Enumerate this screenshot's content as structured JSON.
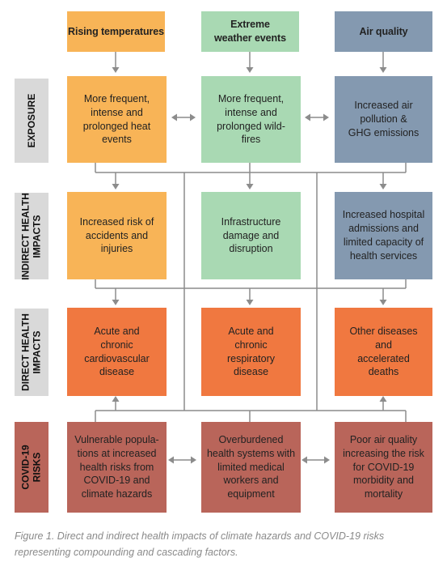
{
  "colors": {
    "rising_temperatures": "#f8b457",
    "extreme_weather": "#a9d9b3",
    "air_quality": "#8499b0",
    "direct_health": "#f07840",
    "covid_risks": "#b9655a",
    "row_label": "#d9d9d9",
    "connector": "#8c8c8c"
  },
  "headers": {
    "rising_temperatures": "Rising temperatures",
    "extreme_weather": "Extreme weather events",
    "air_quality": "Air quality"
  },
  "row_labels": {
    "exposure": "EXPOSURE",
    "indirect_line1": "INDIRECT HEALTH",
    "indirect_line2": "IMPACTS",
    "direct_line1": "DIRECT HEALTH",
    "direct_line2": "IMPACTS",
    "covid_line1": "COVID-19",
    "covid_line2": "RISKS"
  },
  "exposure": {
    "heat": "More frequent, intense and prolonged heat events",
    "wildfires": "More frequent, intense and prolonged wild-fires",
    "pollution": "Increased air pollution & GHG emissions"
  },
  "indirect": {
    "accidents": "Increased risk of accidents and injuries",
    "infrastructure": "Infrastructure damage and disruption",
    "hospital": "Increased hospital admissions and limited capacity of health services"
  },
  "direct": {
    "cardiovascular": "Acute and chronic cardiovascular disease",
    "respiratory": "Acute and chronic respiratory disease",
    "other": "Other diseases and accelerated deaths"
  },
  "covid": {
    "vulnerable": "Vulnerable popula-tions at increased health risks from COVID-19 and climate hazards",
    "overburdened": "Overburdened health systems with limited medical workers and equipment",
    "poor_air": "Poor air quality increasing the risk for COVID-19 morbidity and mortality"
  },
  "caption": "Figure 1. Direct and indirect health impacts of climate hazards and COVID-19 risks representing compounding and cascading factors."
}
